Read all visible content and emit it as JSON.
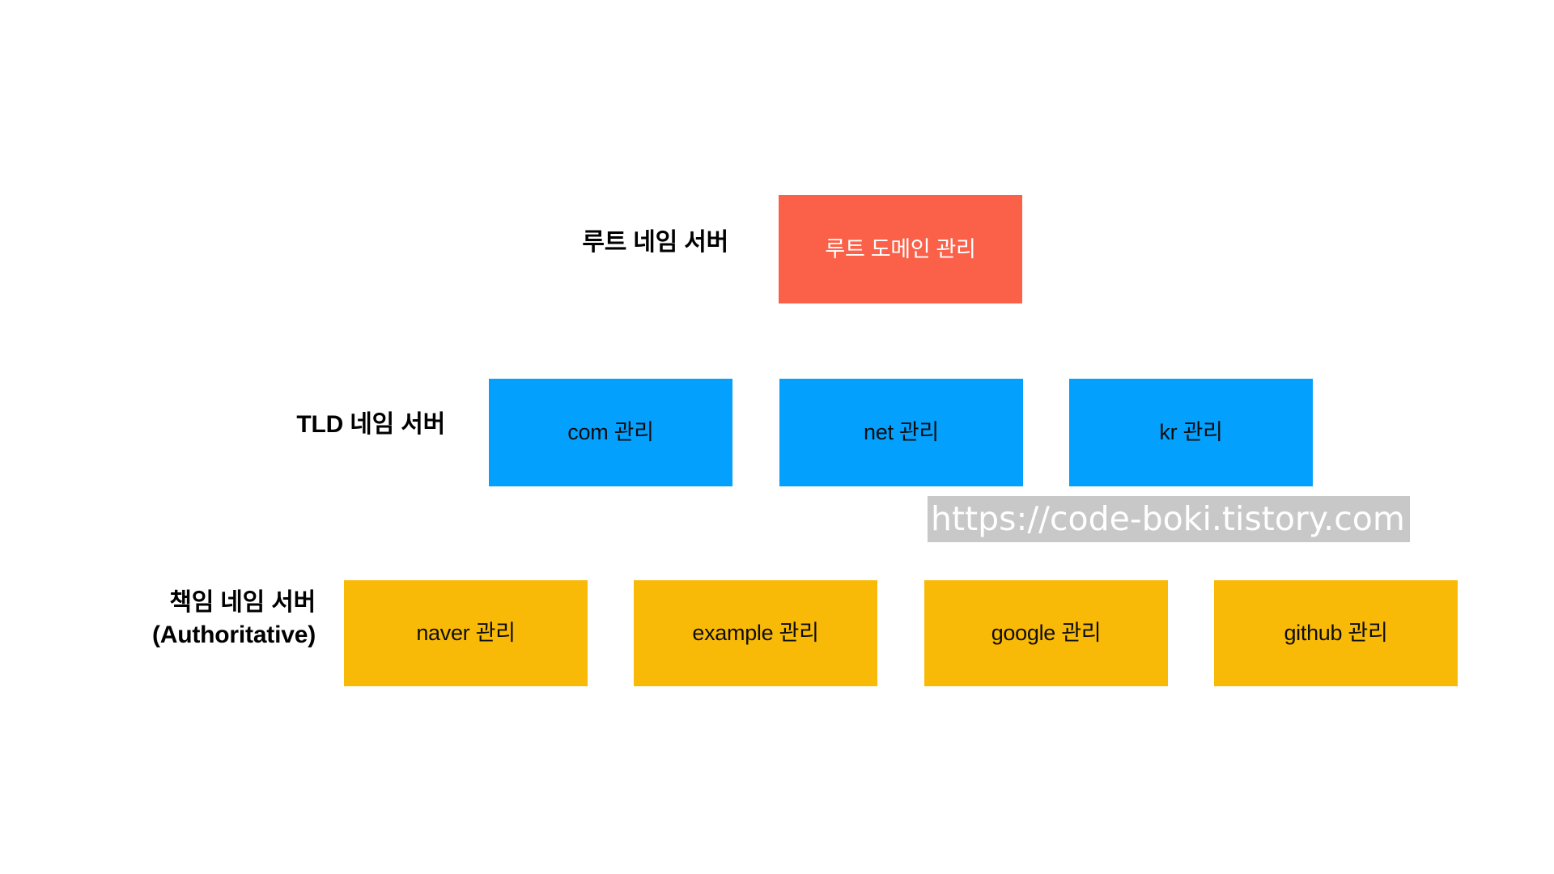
{
  "diagram": {
    "title_visible": false,
    "background_color": "#ffffff",
    "tiers": [
      {
        "id": "root",
        "label": "루트 네임 서버",
        "label_lines": [
          "루트 네임 서버"
        ],
        "color": "#fb6149",
        "text_color": "#ffffff",
        "nodes": [
          {
            "label": "루트 도메인 관리"
          }
        ]
      },
      {
        "id": "tld",
        "label": "TLD 네임 서버",
        "label_lines": [
          "TLD 네임 서버"
        ],
        "color": "#04a0fe",
        "text_color": "#0d0d0d",
        "nodes": [
          {
            "label": "com 관리"
          },
          {
            "label": "net 관리"
          },
          {
            "label": "kr 관리"
          }
        ]
      },
      {
        "id": "authoritative",
        "label": "책임 네임 서버\n(Authoritative)",
        "label_lines": [
          "책임 네임 서버",
          "(Authoritative)"
        ],
        "color": "#f9ba07",
        "text_color": "#0d0d0d",
        "nodes": [
          {
            "label": "naver 관리"
          },
          {
            "label": "example 관리"
          },
          {
            "label": "google 관리"
          },
          {
            "label": "github 관리"
          }
        ]
      }
    ]
  },
  "watermark": {
    "text": "https://code-boki.tistory.com",
    "background_color": "#c8c8c8",
    "text_color": "#ffffff"
  }
}
